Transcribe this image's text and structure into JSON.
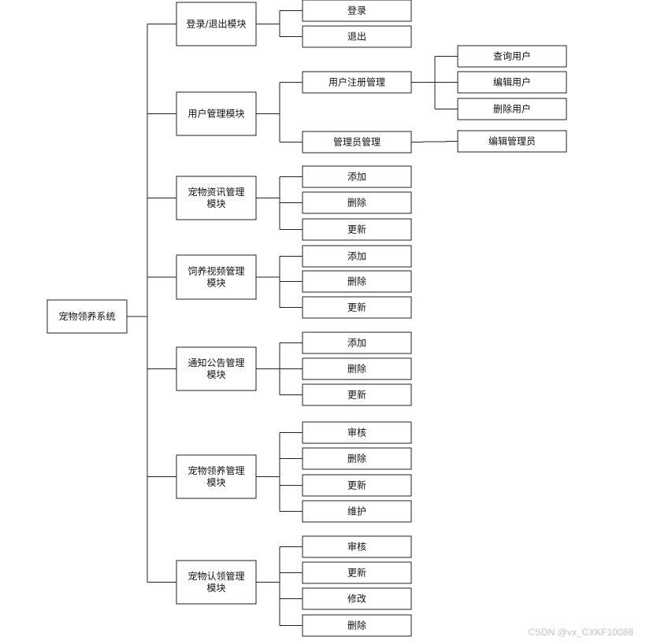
{
  "root": "宠物领养系统",
  "modules": [
    {
      "label": [
        "登录/退出模块"
      ],
      "children": [
        {
          "label": "登录"
        },
        {
          "label": "退出"
        }
      ]
    },
    {
      "label": [
        "用户管理模块"
      ],
      "children": [
        {
          "label": "用户注册管理",
          "children": [
            "查询用户",
            "编辑用户",
            "删除用户"
          ]
        },
        {
          "label": "管理员管理",
          "children": [
            "编辑管理员"
          ]
        }
      ]
    },
    {
      "label": [
        "宠物资讯管理",
        "模块"
      ],
      "children": [
        {
          "label": "添加"
        },
        {
          "label": "删除"
        },
        {
          "label": "更新"
        }
      ]
    },
    {
      "label": [
        "饲养视频管理",
        "模块"
      ],
      "children": [
        {
          "label": "添加"
        },
        {
          "label": "删除"
        },
        {
          "label": "更新"
        }
      ]
    },
    {
      "label": [
        "通知公告管理",
        "模块"
      ],
      "children": [
        {
          "label": "添加"
        },
        {
          "label": "删除"
        },
        {
          "label": "更新"
        }
      ]
    },
    {
      "label": [
        "宠物领养管理",
        "模块"
      ],
      "children": [
        {
          "label": "审核"
        },
        {
          "label": "删除"
        },
        {
          "label": "更新"
        },
        {
          "label": "维护"
        }
      ]
    },
    {
      "label": [
        "宠物认领管理",
        "模块"
      ],
      "children": [
        {
          "label": "审核"
        },
        {
          "label": "更新"
        },
        {
          "label": "修改"
        },
        {
          "label": "删除"
        }
      ]
    }
  ],
  "watermark": "CSDN @vx_CXKF10088",
  "colors": {
    "line": "#222222",
    "box_fill": "#ffffff",
    "watermark": "#c4c4c4"
  }
}
